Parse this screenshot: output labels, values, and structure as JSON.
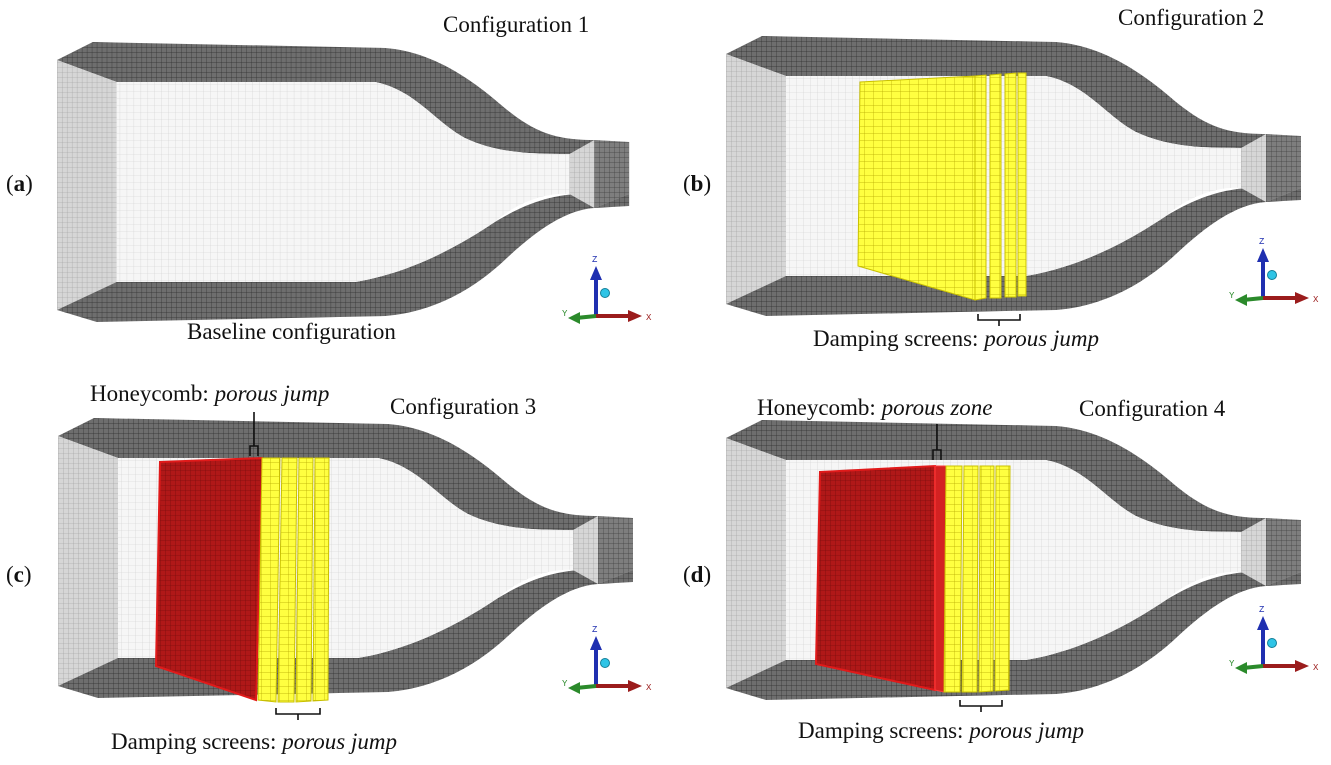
{
  "panels": [
    {
      "letter": "a",
      "title": "Configuration 1",
      "caption": "Baseline configuration",
      "honeycomb": null,
      "screens": null
    },
    {
      "letter": "b",
      "title": "Configuration 2",
      "caption": null,
      "honeycomb": null,
      "screens": {
        "prefix": "Damping screens: ",
        "model": "porous jump"
      }
    },
    {
      "letter": "c",
      "title": "Configuration 3",
      "caption": null,
      "honeycomb": {
        "prefix": "Honeycomb: ",
        "model": "porous jump"
      },
      "screens": {
        "prefix": "Damping screens: ",
        "model": "porous jump"
      }
    },
    {
      "letter": "d",
      "title": "Configuration 4",
      "caption": null,
      "honeycomb": {
        "prefix": "Honeycomb: ",
        "model": "porous zone"
      },
      "screens": {
        "prefix": "Damping screens: ",
        "model": "porous jump"
      }
    }
  ],
  "axes": {
    "z": "Z",
    "y": "Y",
    "x": "X"
  },
  "colors": {
    "mesh_dark": "#5b5b5b",
    "mesh_light": "#f2f2f2",
    "screen_yellow": "#ffff33",
    "honeycomb_red": "#b11616",
    "axis_z": "#1f2fb0",
    "axis_x": "#9b1c1c",
    "axis_y": "#2b8a2b",
    "axis_dot": "#2ec4e6"
  }
}
